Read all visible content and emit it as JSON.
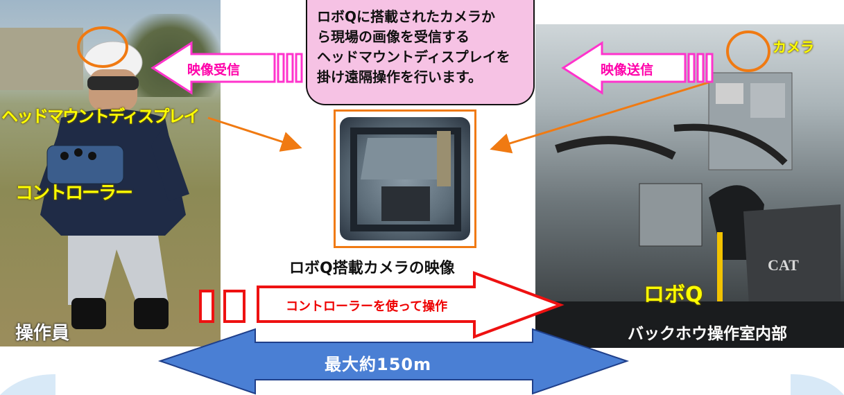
{
  "bubble": {
    "lines": [
      "ロボQに搭載されたカメラか",
      "ら現場の画像を受信する",
      "ヘッドマウントディスプレイを",
      "掛け遠隔操作を行います。"
    ]
  },
  "arrows": {
    "receive": "映像受信",
    "send": "映像送信",
    "control": "コントローラーを使って操作",
    "distance": "最大約150m"
  },
  "labels": {
    "hmd": "ヘッドマウントディスプレイ",
    "controller": "コントローラー",
    "operator": "操作員",
    "camera": "カメラ",
    "robo_q": "ロボQ",
    "cab": "バックホウ操作室内部",
    "camera_view_caption": "ロボQ搭載カメラの映像"
  },
  "colors": {
    "pink_arrow_fill": "#ffffff",
    "pink_arrow_stroke": "#ff33cc",
    "red_arrow_stroke": "#ee1111",
    "blue_arrow_fill": "#4a7fd4",
    "orange_highlight": "#f07a12",
    "yellow_label": "#ffff00",
    "bubble_fill": "#f6c2e4"
  }
}
